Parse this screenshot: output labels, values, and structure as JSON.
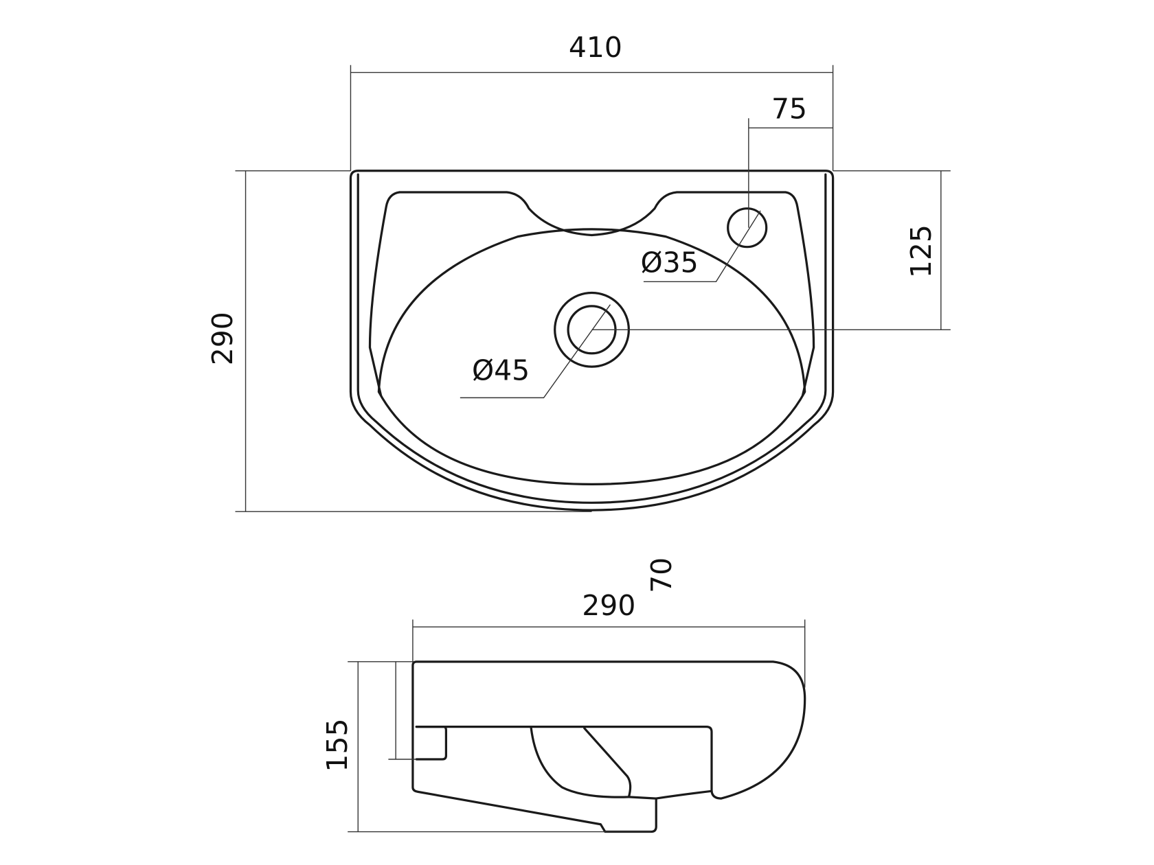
{
  "drawing": {
    "top_view": {
      "width_label": "410",
      "tap_offset_label": "75",
      "depth_label": "290",
      "drain_offset_label": "125",
      "tap_hole_label": "Ø35",
      "drain_hole_label": "Ø45"
    },
    "side_view": {
      "depth_label": "290",
      "overhang_label": "70",
      "height_label": "155"
    },
    "line_color": "#1a1a1a"
  }
}
